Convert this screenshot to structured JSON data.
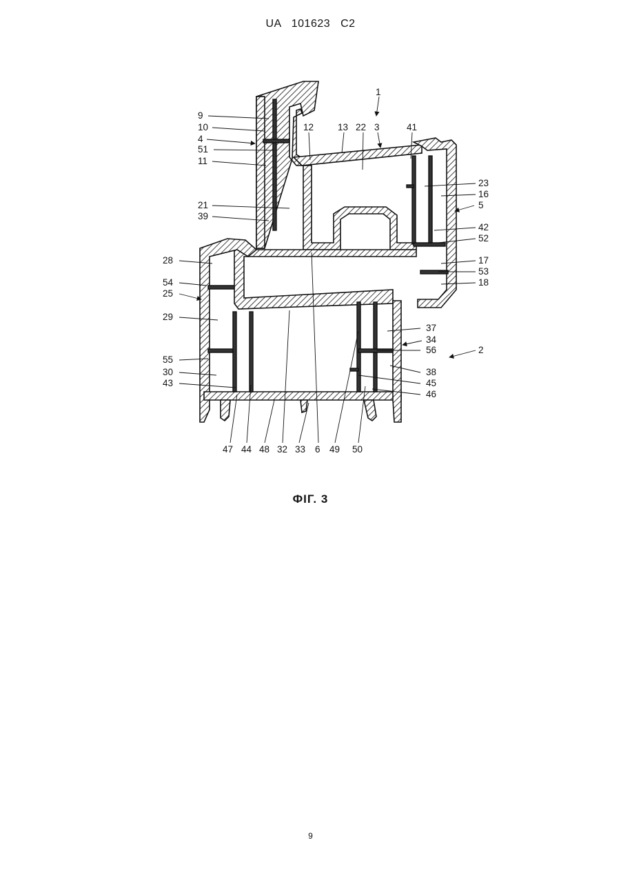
{
  "header": {
    "patent_number": "UA   101623   C2"
  },
  "figure": {
    "caption": "ФІГ. 3",
    "labels": [
      "1",
      "9",
      "10",
      "4",
      "51",
      "11",
      "12",
      "13",
      "22",
      "3",
      "41",
      "23",
      "16",
      "5",
      "21",
      "39",
      "42",
      "52",
      "28",
      "17",
      "53",
      "18",
      "54",
      "25",
      "29",
      "37",
      "34",
      "2",
      "56",
      "55",
      "38",
      "30",
      "45",
      "43",
      "46",
      "47",
      "44",
      "48",
      "32",
      "33",
      "6",
      "49",
      "50"
    ]
  },
  "page": {
    "number": "9"
  }
}
